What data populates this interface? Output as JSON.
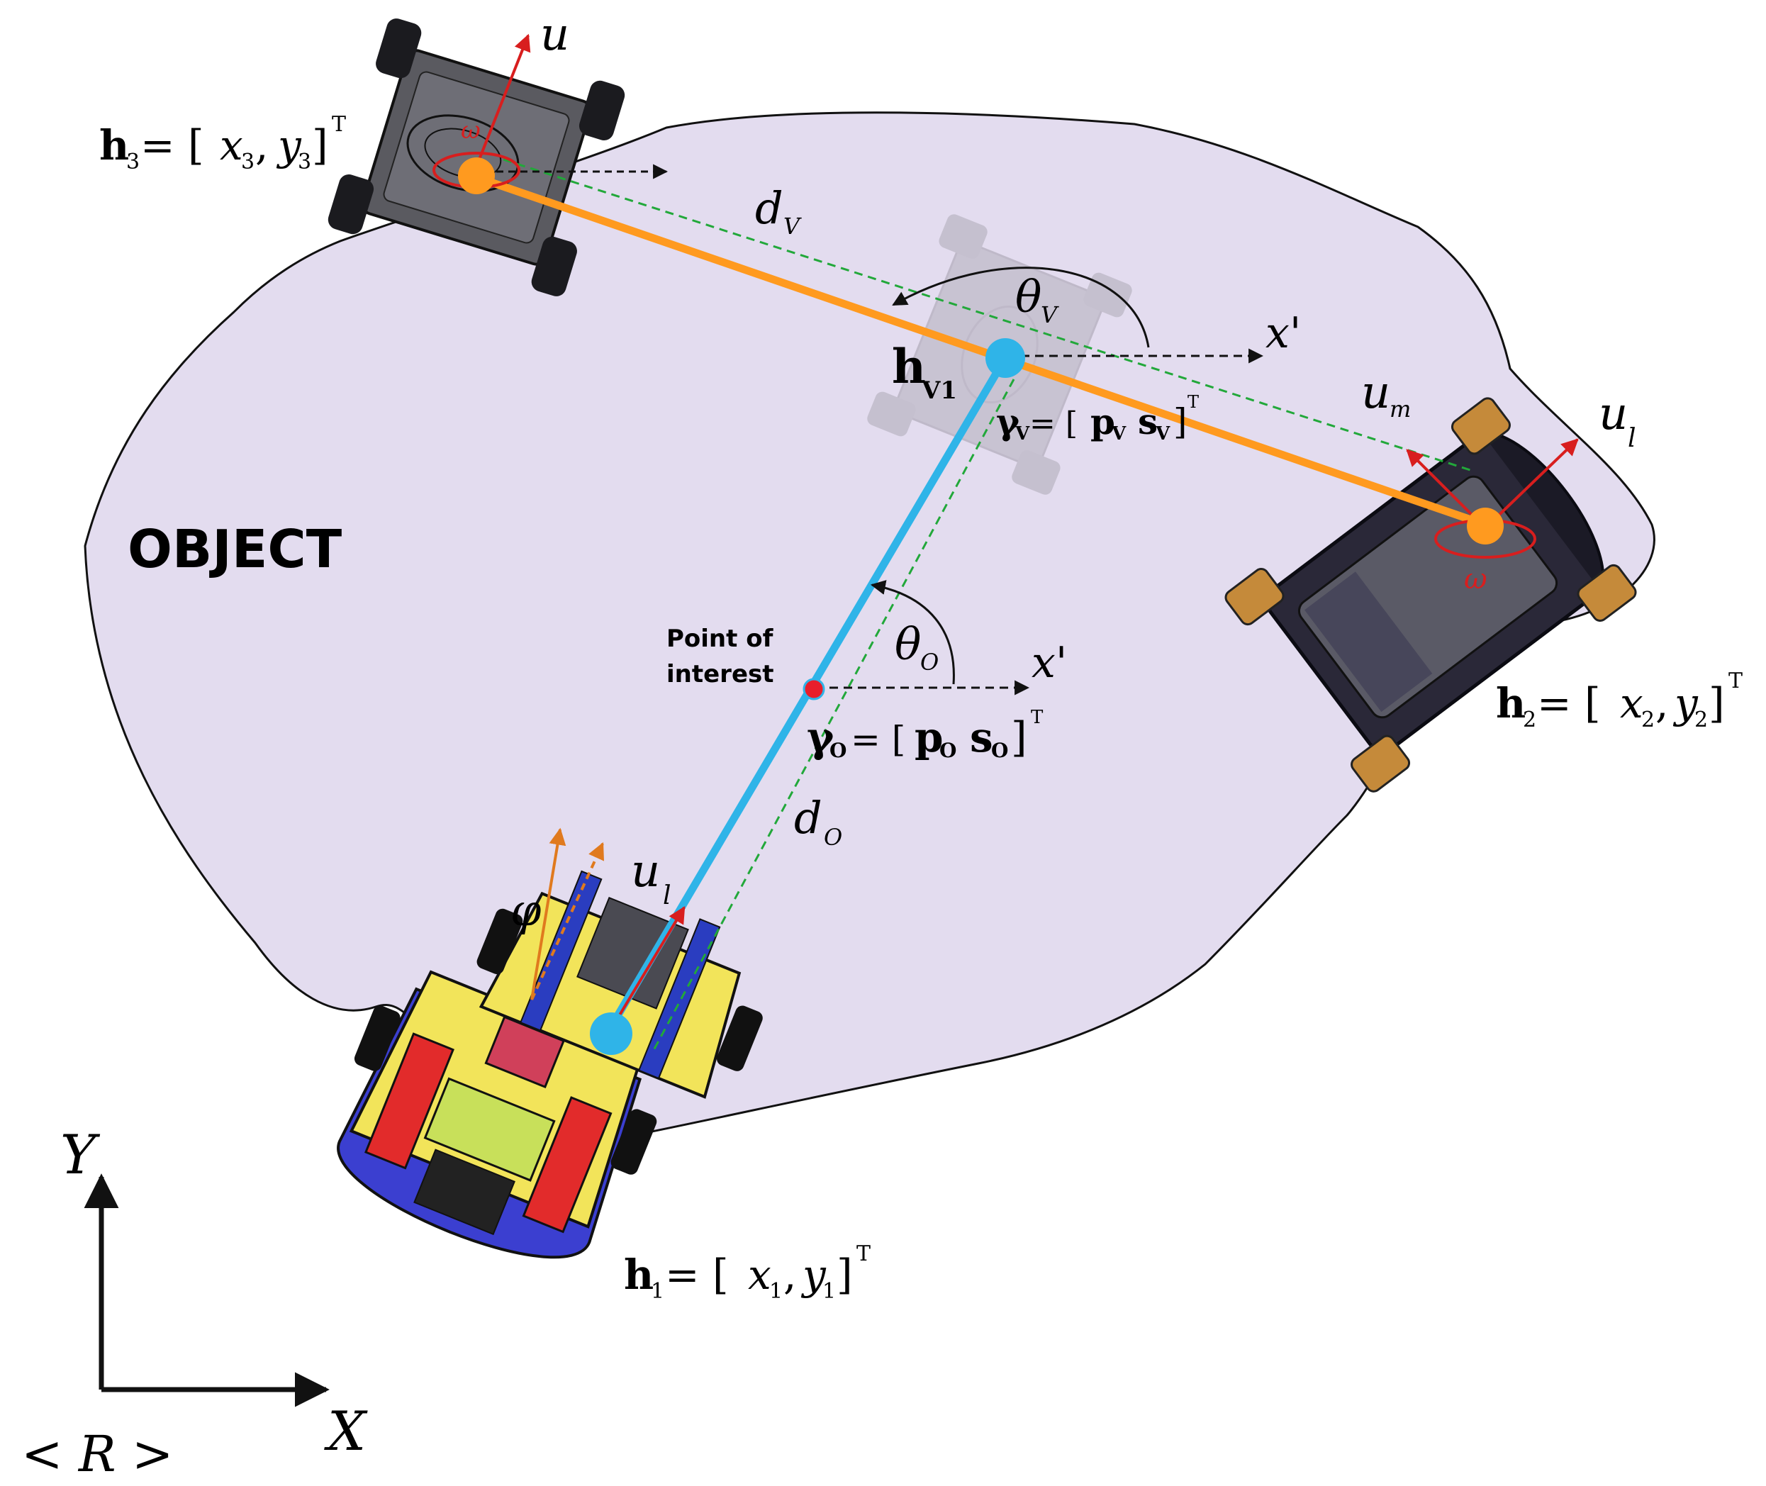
{
  "object_label": "OBJECT",
  "point_of_interest": {
    "line1": "Point of",
    "line2": "interest"
  },
  "frame": {
    "y": "Y",
    "x": "X",
    "ref": "< R >"
  },
  "robot1": {
    "h_main": "h",
    "h_sub": "1",
    "eq": "= [",
    "x": "x",
    "x_sub": "1",
    "comma": ",",
    "y": "y",
    "y_sub": "1",
    "close": "]",
    "sup": "T"
  },
  "robot2": {
    "h_main": "h",
    "h_sub": "2",
    "eq": "= [",
    "x": "x",
    "x_sub": "2",
    "comma": ",",
    "y": "y",
    "y_sub": "2",
    "close": "]",
    "sup": "T"
  },
  "robot3": {
    "h_main": "h",
    "h_sub": "3",
    "eq": "= [",
    "x": "x",
    "x_sub": "3",
    "comma": ",",
    "y": "y",
    "y_sub": "3",
    "close": "]",
    "sup": "T"
  },
  "virtual": {
    "h_main": "h",
    "h_sub": "V1",
    "gamma": "γ",
    "gamma_sub": "V",
    "gamma_eq": "= [",
    "p": "p",
    "p_sub": "V",
    "s": "s",
    "s_sub": "V",
    "close": "]",
    "sup": "T"
  },
  "object_pose": {
    "gamma": "γ",
    "gamma_sub": "O",
    "gamma_eq": "= [",
    "p": "p",
    "p_sub": "O",
    "s": "s",
    "s_sub": "O",
    "close": "]",
    "sup": "T"
  },
  "labels": {
    "d_v": "d",
    "d_v_sub": "V",
    "d_o": "d",
    "d_o_sub": "O",
    "theta_v": "θ",
    "theta_v_sub": "V",
    "theta_o": "θ",
    "theta_o_sub": "O",
    "x_prime_v": "x'",
    "x_prime_o": "x'",
    "phi": "φ",
    "u_top": "u",
    "u_m": "u",
    "u_m_sub": "m",
    "u_l_right": "u",
    "u_l_right_sub": "l",
    "u_l_bottom": "u",
    "u_l_bottom_sub": "l",
    "omega_top": "ω",
    "omega_right": "ω"
  },
  "colors": {
    "object_fill": "#e3dcef",
    "orange_link": "#ff9a1f",
    "blue_link": "#2fb4e8",
    "green_dashed": "#22a83a",
    "red_arrow": "#d81e1e",
    "orange_arrow": "#e07a1e",
    "point_red": "#e81e2b"
  }
}
